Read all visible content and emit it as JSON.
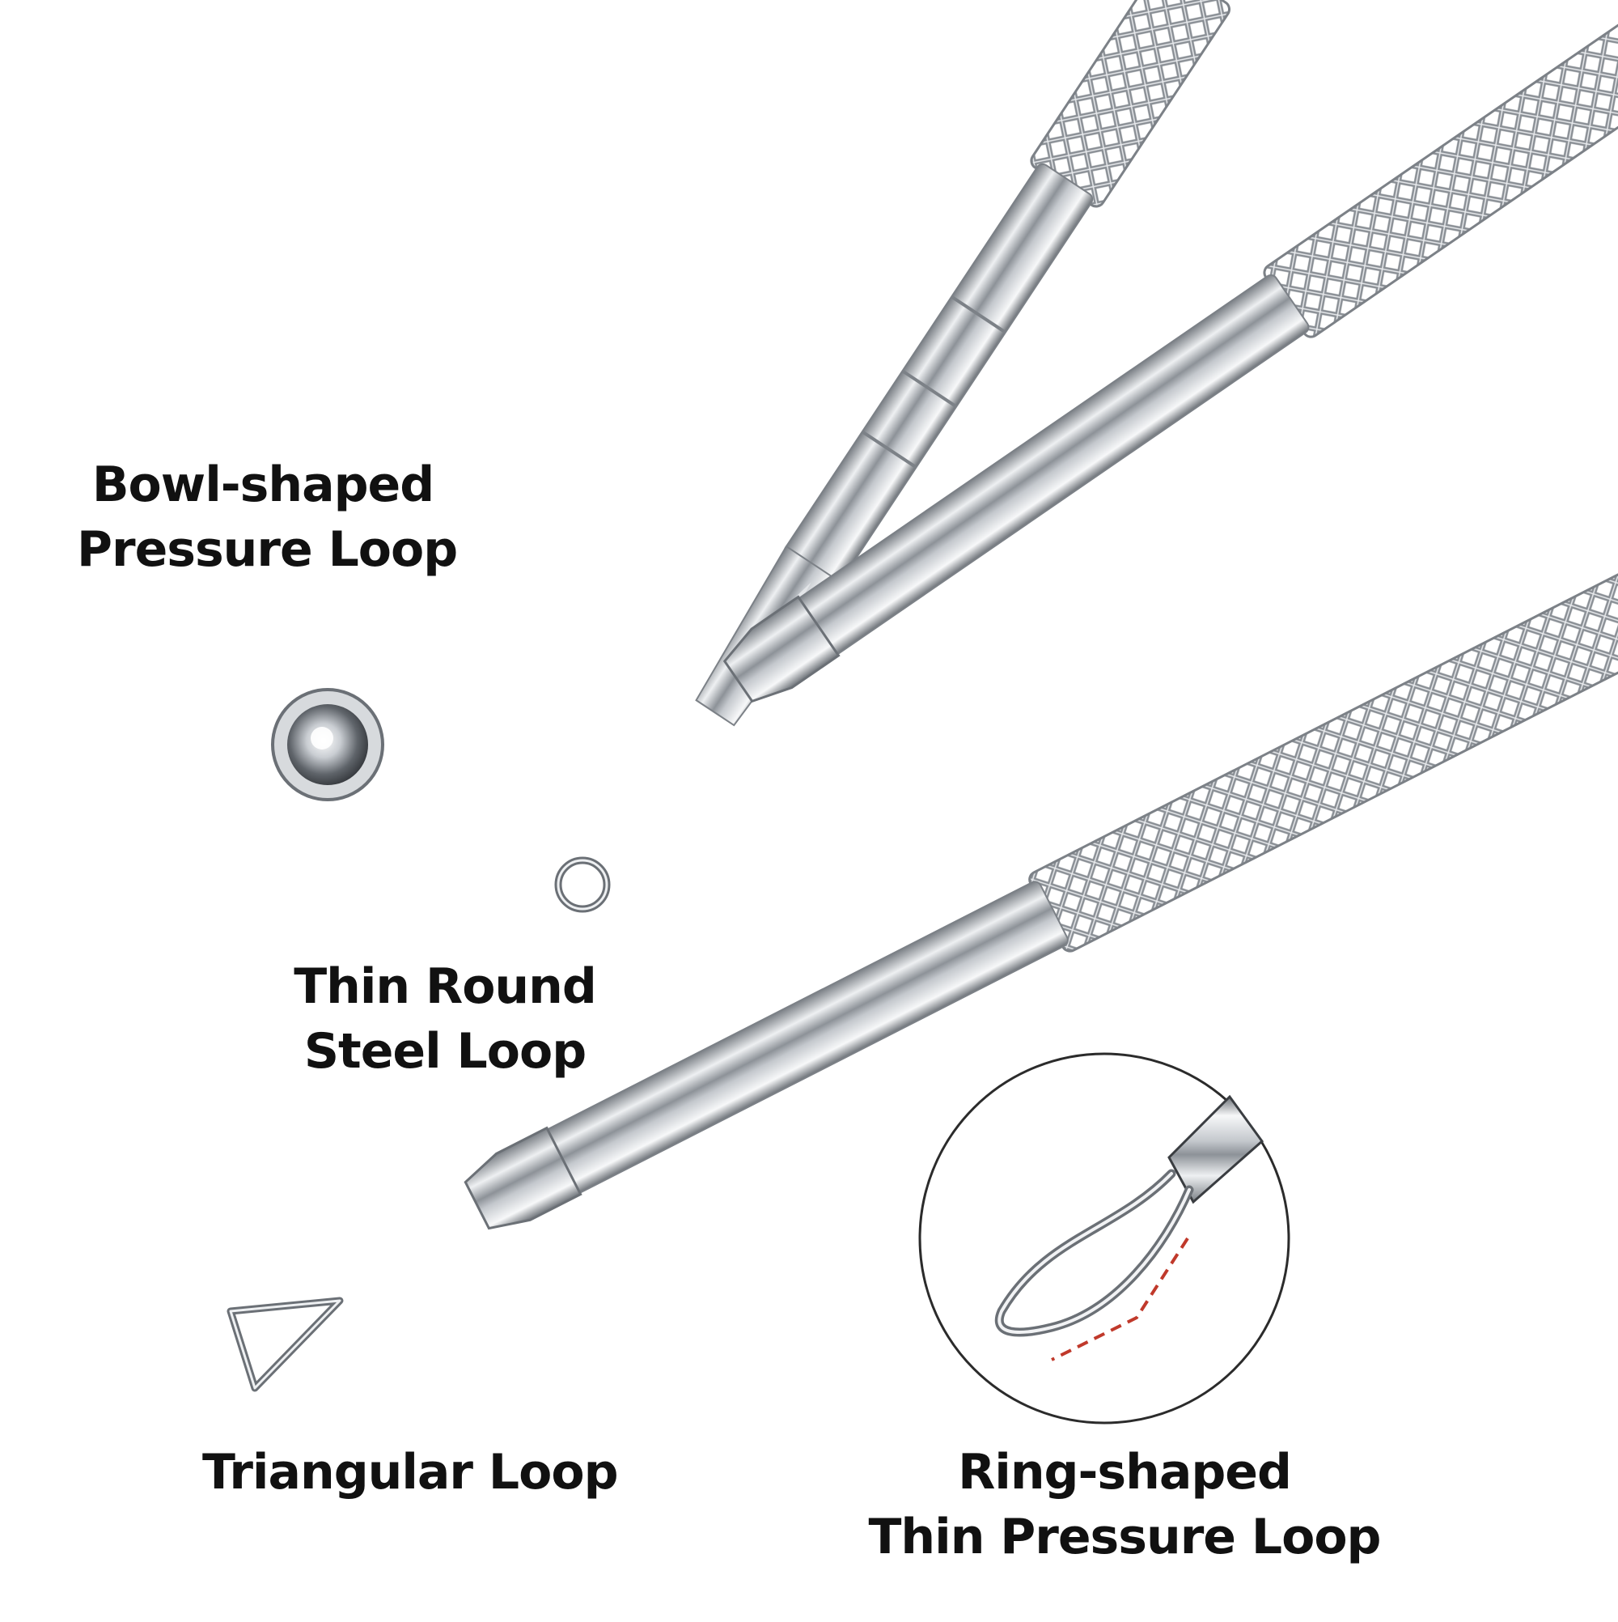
{
  "labels": {
    "bowl": {
      "line1": "Bowl-shaped",
      "line2": "Pressure Loop"
    },
    "thin": {
      "line1": "Thin Round",
      "line2": "Steel Loop"
    },
    "triangular": {
      "line1": "Triangular Loop"
    },
    "ring": {
      "line1": "Ring-shaped",
      "line2": "Thin Pressure Loop"
    }
  },
  "colors": {
    "background": "#ffffff",
    "text": "#111111",
    "steel_light": "#f4f5f7",
    "steel_mid": "#c4c8cd",
    "steel_dark": "#6b7076",
    "guide_line": "#c0392b"
  }
}
